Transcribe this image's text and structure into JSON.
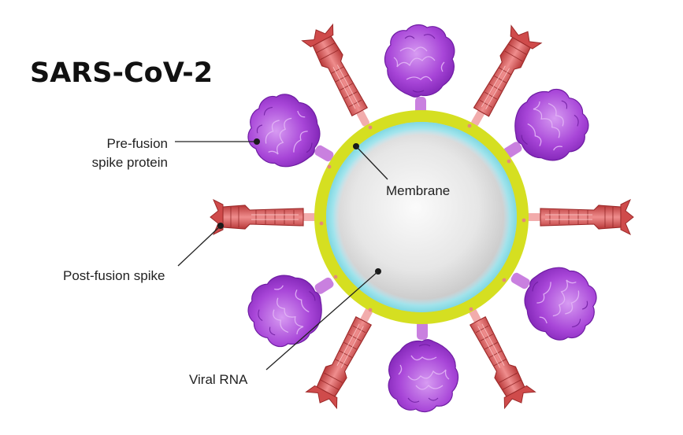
{
  "diagram": {
    "title": "SARS-CoV-2",
    "labels": {
      "prefusion_line1": "Pre-fusion",
      "prefusion_line2": "spike protein",
      "membrane": "Membrane",
      "postfusion": "Post-fusion spike",
      "viral_rna": "Viral RNA"
    },
    "colors": {
      "envelope": "#d5df21",
      "membrane_glow": "#8fe3ea",
      "core_light": "#f7f7f7",
      "core_dark": "#bdbdbd",
      "prefusion_spike": "#a640d6",
      "postfusion_spike": "#d75a5a"
    }
  }
}
